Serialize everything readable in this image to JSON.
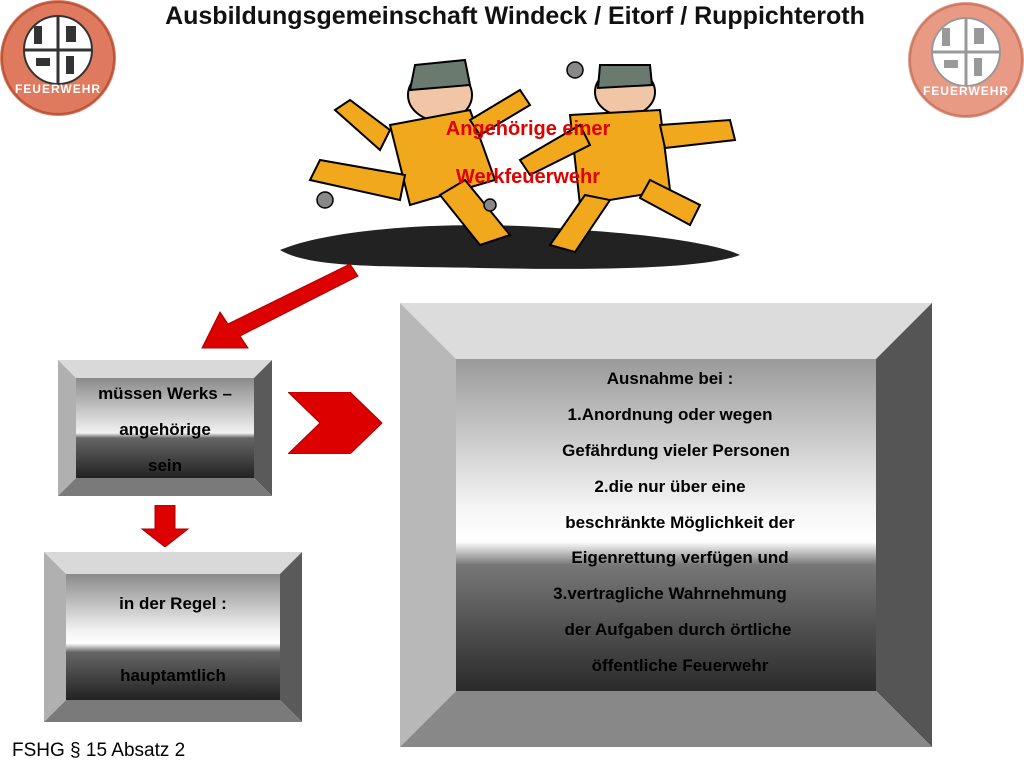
{
  "title": "Ausbildungsgemeinschaft Windeck / Eitorf / Ruppichteroth",
  "logo_text": "FEUERWEHR",
  "subtitle_lines": [
    "Angehörige einer",
    "Werkfeuerwehr"
  ],
  "box_left_top": [
    "müssen Werks –",
    "angehörige",
    "sein"
  ],
  "box_left_bottom": [
    "in der Regel :",
    "hauptamtlich"
  ],
  "box_right": [
    "Ausnahme bei :",
    "1.Anordnung oder wegen",
    "Gefährdung vieler Personen",
    "2.die nur über eine",
    "beschränkte Möglichkeit der",
    "Eigenrettung verfügen und",
    "3.vertragliche Wahrnehmung",
    "der Aufgaben durch örtliche",
    "öffentliche Feuerwehr"
  ],
  "footer": "FSHG § 15 Absatz 2",
  "colors": {
    "accent_red": "#e00000",
    "logo_orange": "#e07a5f"
  }
}
